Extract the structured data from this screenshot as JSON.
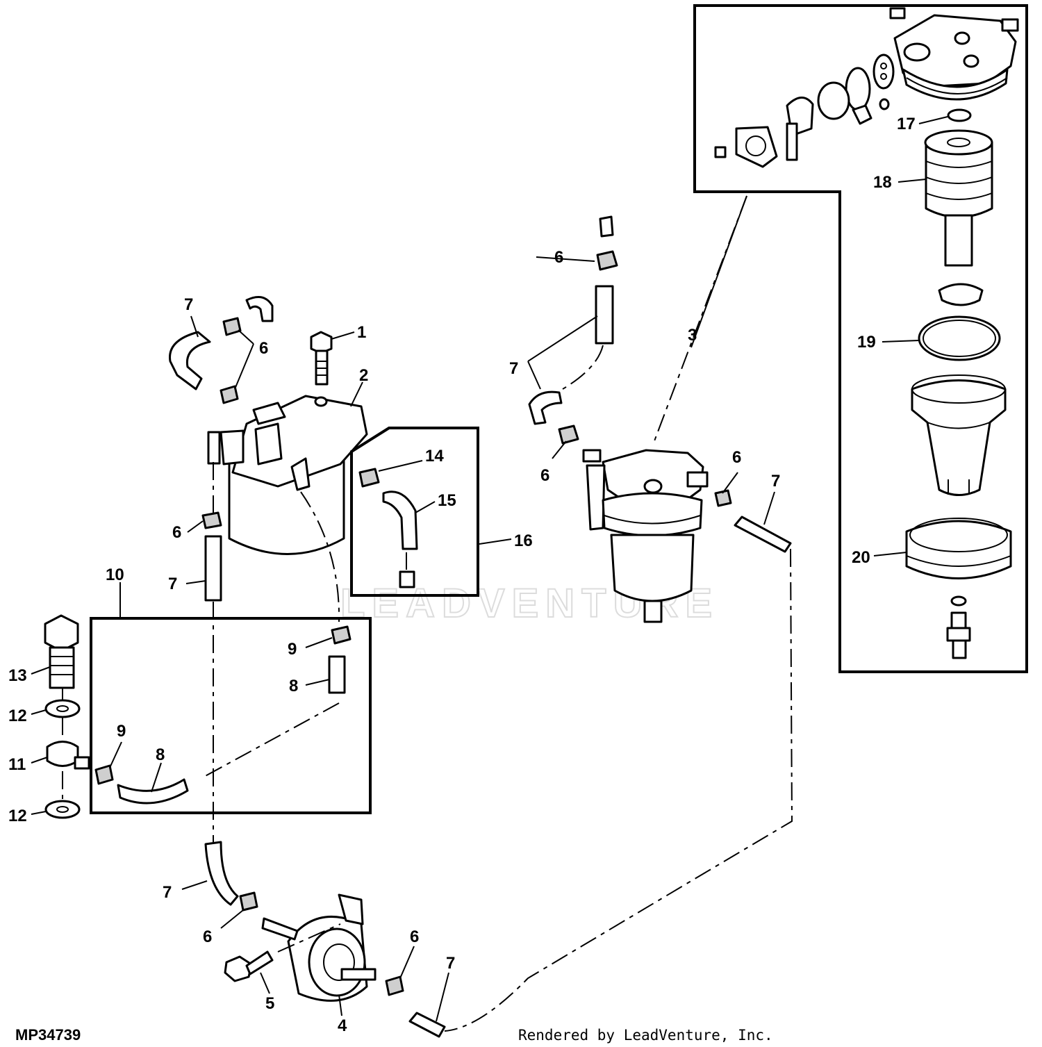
{
  "figure": {
    "id": "MP34739",
    "credit": "Rendered by LeadVenture, Inc.",
    "watermark": "LEADVENTURE"
  },
  "callouts": {
    "c1": "1",
    "c2": "2",
    "c3": "3",
    "c4": "4",
    "c5": "5",
    "c6a": "6",
    "c6b": "6",
    "c6c": "6",
    "c6d": "6",
    "c6e": "6",
    "c6f": "6",
    "c6g": "6",
    "c7a": "7",
    "c7b": "7",
    "c7c": "7",
    "c7d": "7",
    "c7e": "7",
    "c7f": "7",
    "c8a": "8",
    "c8b": "8",
    "c9a": "9",
    "c9b": "9",
    "c10": "10",
    "c11": "11",
    "c12a": "12",
    "c12b": "12",
    "c13": "13",
    "c14": "14",
    "c15": "15",
    "c16": "16",
    "c17": "17",
    "c18": "18",
    "c19": "19",
    "c20": "20"
  }
}
